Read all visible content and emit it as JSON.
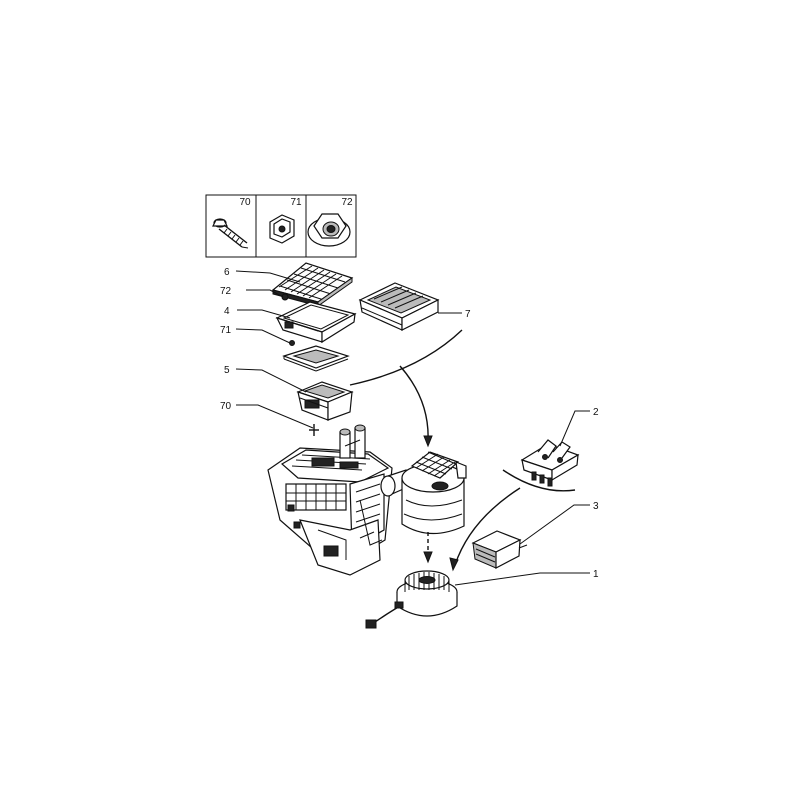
{
  "diagram": {
    "inset_labels": [
      "70",
      "71",
      "72"
    ],
    "callouts": [
      {
        "id": "6",
        "text": "6"
      },
      {
        "id": "72",
        "text": "72"
      },
      {
        "id": "4",
        "text": "4"
      },
      {
        "id": "71",
        "text": "71"
      },
      {
        "id": "5",
        "text": "5"
      },
      {
        "id": "70",
        "text": "70"
      },
      {
        "id": "7",
        "text": "7"
      },
      {
        "id": "2",
        "text": "2"
      },
      {
        "id": "3",
        "text": "3"
      },
      {
        "id": "1",
        "text": "1"
      }
    ]
  }
}
